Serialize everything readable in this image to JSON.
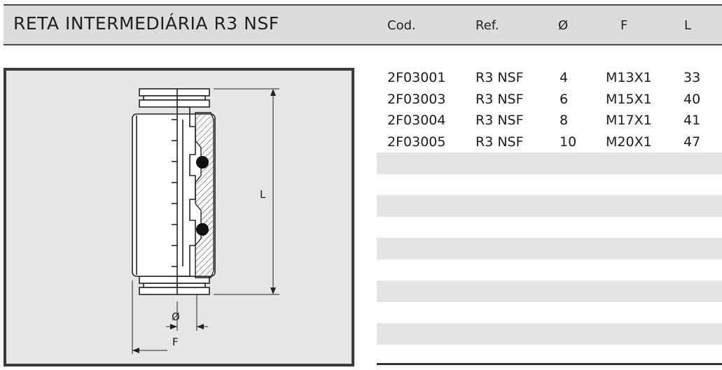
{
  "header": {
    "title": "RETA INTERMEDIÁRIA R3 NSF",
    "columns": [
      "Cod.",
      "Ref.",
      "Ø",
      "F",
      "L"
    ]
  },
  "drawing": {
    "labels": {
      "length": "L",
      "diameter": "Ø",
      "thread": "F"
    }
  },
  "table": {
    "rows": [
      [
        "2F03001",
        "R3 NSF",
        "4",
        "M13X1",
        "33"
      ],
      [
        "2F03003",
        "R3 NSF",
        "6",
        "M15X1",
        "40"
      ],
      [
        "2F03004",
        "R3 NSF",
        "8",
        "M17X1",
        "41"
      ],
      [
        "2F03005",
        "R3 NSF",
        "10",
        "M20X1",
        "47"
      ],
      [
        "",
        "",
        "",
        "",
        ""
      ],
      [
        "",
        "",
        "",
        "",
        ""
      ],
      [
        "",
        "",
        "",
        "",
        ""
      ],
      [
        "",
        "",
        "",
        "",
        ""
      ],
      [
        "",
        "",
        "",
        "",
        ""
      ],
      [
        "",
        "",
        "",
        "",
        ""
      ],
      [
        "",
        "",
        "",
        "",
        ""
      ],
      [
        "",
        "",
        "",
        "",
        ""
      ],
      [
        "",
        "",
        "",
        "",
        ""
      ],
      [
        "",
        "",
        "",
        "",
        ""
      ]
    ]
  }
}
